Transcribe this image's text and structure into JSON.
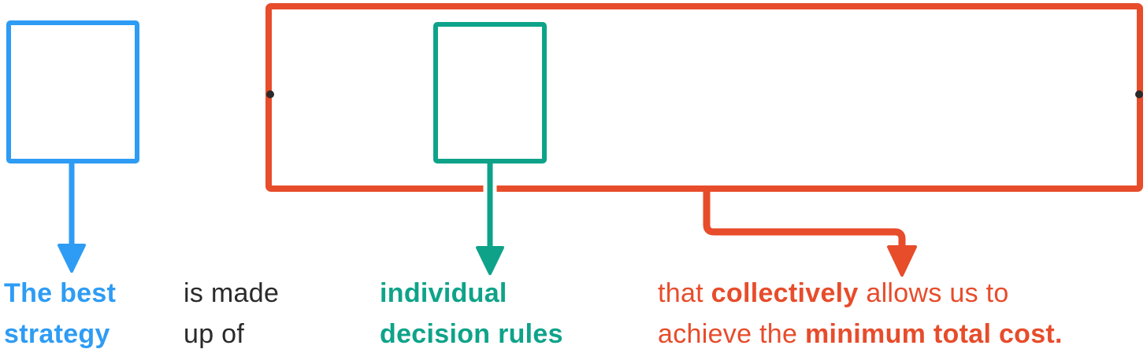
{
  "colors": {
    "blue": "#2E9CF4",
    "teal": "#0EA389",
    "red": "#E74C2B",
    "dark": "#2B2A2A",
    "background": "#FFFFFF"
  },
  "diagram": {
    "shapes": {
      "strategy_box": {
        "type": "rect-outline",
        "color": "blue"
      },
      "container_box": {
        "type": "rect-outline",
        "color": "red"
      },
      "decision_rule_box": {
        "type": "rect-outline",
        "color": "teal"
      },
      "anchor_dots": {
        "left": "black-dot",
        "right": "black-dot"
      },
      "arrows": [
        {
          "name": "blue-arrow",
          "from": "strategy-box",
          "to": "strategy-label"
        },
        {
          "name": "teal-arrow",
          "from": "decision-rule-box",
          "to": "rules-label"
        },
        {
          "name": "red-arrow",
          "from": "container-box",
          "to": "outcome-label"
        }
      ]
    },
    "labels": {
      "strategy": {
        "lines": [
          [
            {
              "text": "The best",
              "bold": true
            }
          ],
          [
            {
              "text": "strategy",
              "bold": true
            }
          ]
        ]
      },
      "madeof": {
        "lines": [
          [
            {
              "text": "is made",
              "bold": false
            }
          ],
          [
            {
              "text": "up of",
              "bold": false
            }
          ]
        ]
      },
      "rules": {
        "lines": [
          [
            {
              "text": "individual",
              "bold": true
            }
          ],
          [
            {
              "text": "decision rules",
              "bold": true
            }
          ]
        ]
      },
      "outcome": {
        "lines": [
          [
            {
              "text": "that ",
              "bold": false
            },
            {
              "text": "collectively",
              "bold": true
            },
            {
              "text": " allows us to",
              "bold": false
            }
          ],
          [
            {
              "text": "achieve the ",
              "bold": false
            },
            {
              "text": "minimum total cost.",
              "bold": true
            }
          ]
        ]
      }
    }
  }
}
